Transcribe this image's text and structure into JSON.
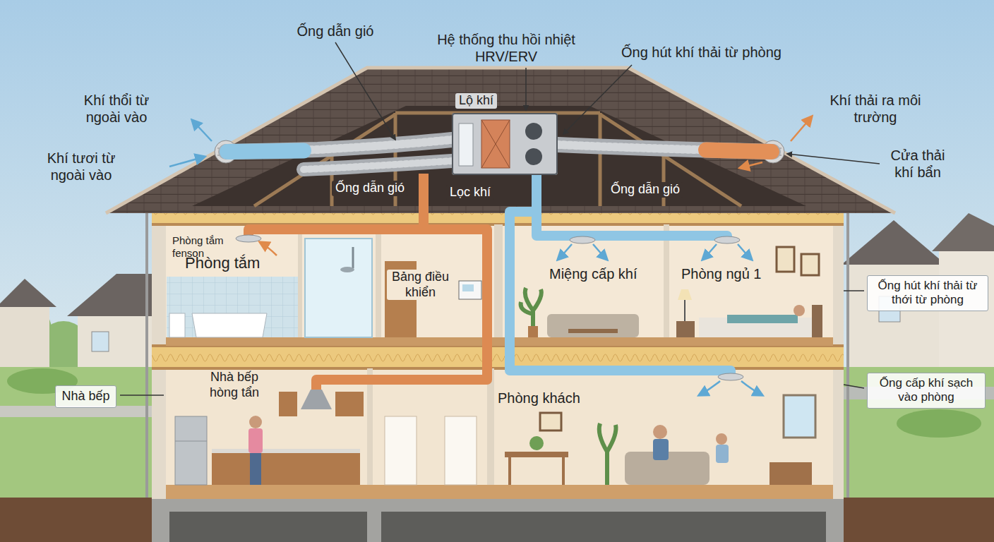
{
  "diagram": {
    "nodes": [
      {
        "text": [
          "Hệ thống thu hồi nhiệt HRV/ERV"
        ]
      },
      {
        "text": [
          "Ống hút khí thải từ thới từ phòng"
        ]
      },
      {
        "text": [
          "Nhà bếp"
        ]
      },
      {
        "text": [
          "Ống cấp khí sạch vào phòng"
        ]
      }
    ],
    "labels": [
      "Ống dẫn gió",
      "Ống hút khí thải từ phòng",
      "Khí thổi từ ngoài vào",
      "Khí thải ra môi trường",
      "Lộ khí",
      "Khí tươi từ ngoài vào",
      "Cửa thải khí bẩn",
      "Ống dẫn gió",
      "Lọc khí",
      "Ống dẫn gió",
      "Phòng tắm fenson",
      "Phòng tắm",
      "Miệng cấp khí",
      "Phòng ngủ 1",
      "Bảng điều khiển",
      "Nhà bếp hòng tẩn",
      "Phòng khách"
    ]
  }
}
